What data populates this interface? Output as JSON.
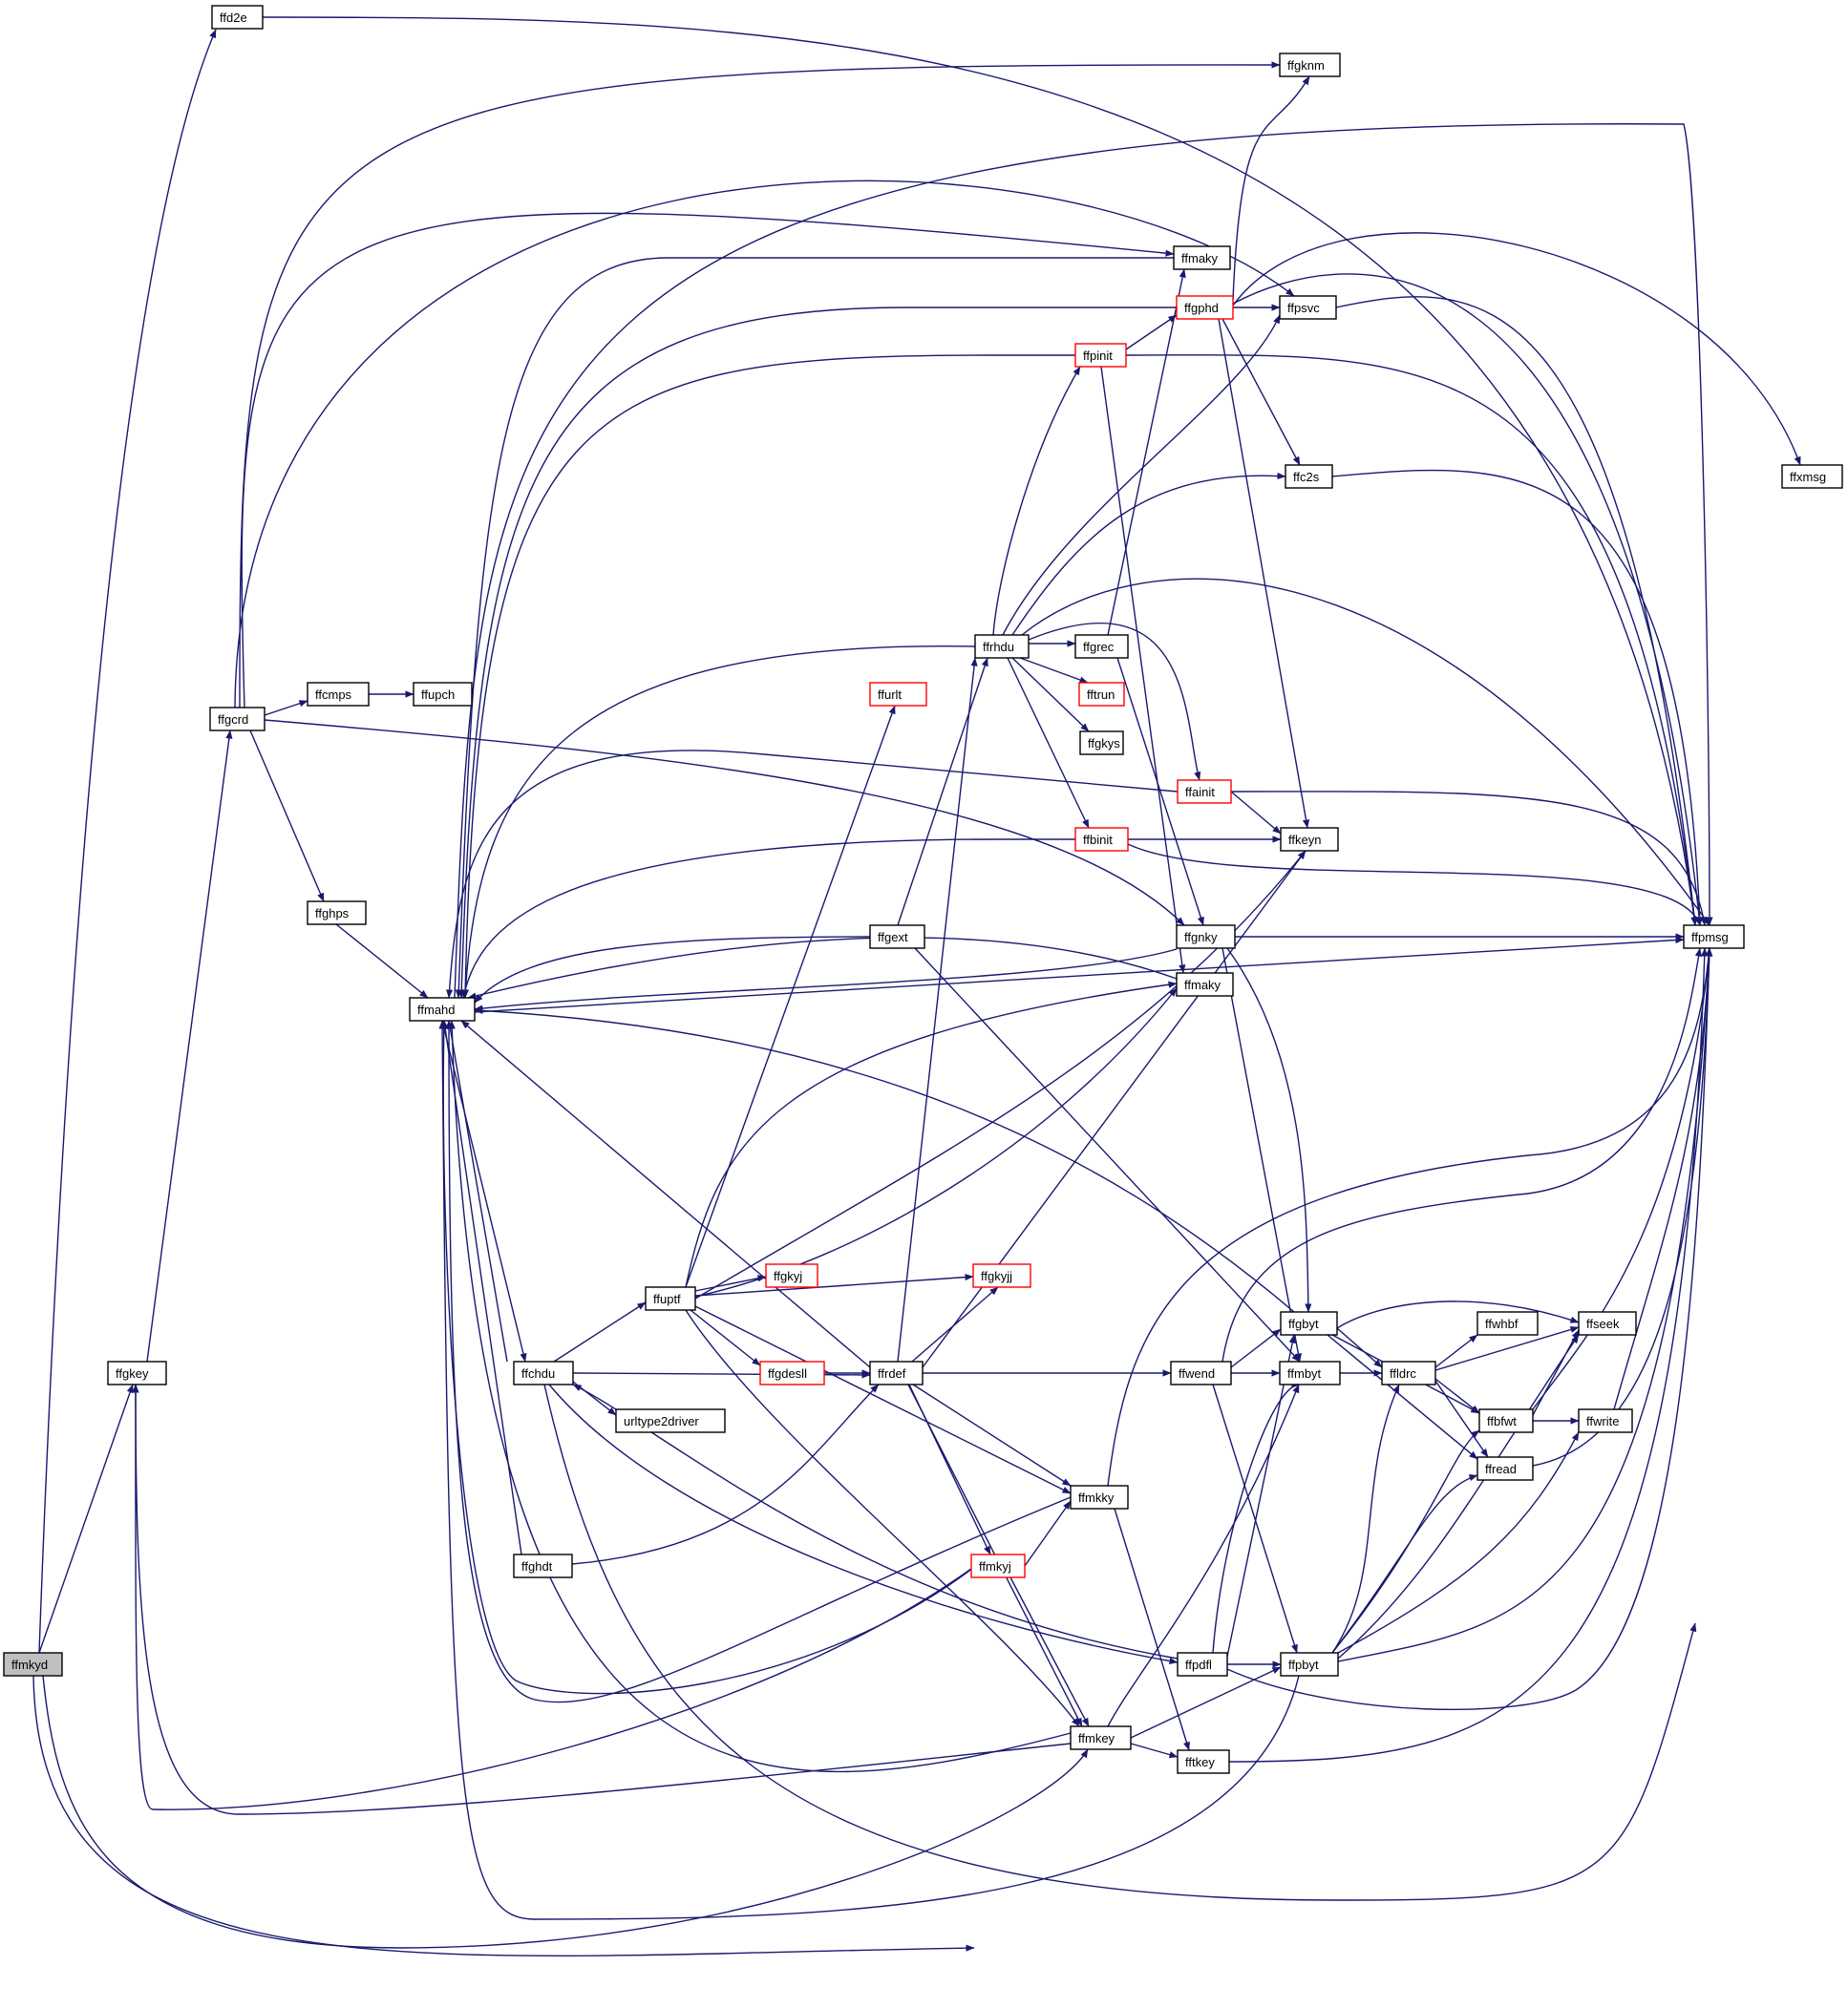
{
  "nodes": [
    {
      "id": "ffmkyd",
      "label": "ffmkyd",
      "style": "root"
    },
    {
      "id": "ffd2e",
      "label": "ffd2e",
      "style": "normal"
    },
    {
      "id": "ffgknm",
      "label": "ffgknm",
      "style": "normal"
    },
    {
      "id": "ffmaky1",
      "label": "ffmaky",
      "style": "normal"
    },
    {
      "id": "ffgphd",
      "label": "ffgphd",
      "style": "red"
    },
    {
      "id": "ffpsvc",
      "label": "ffpsvc",
      "style": "normal"
    },
    {
      "id": "ffpinit",
      "label": "ffpinit",
      "style": "red"
    },
    {
      "id": "ffc2s",
      "label": "ffc2s",
      "style": "normal"
    },
    {
      "id": "ffxmsg",
      "label": "ffxmsg",
      "style": "normal"
    },
    {
      "id": "ffrhdu",
      "label": "ffrhdu",
      "style": "normal"
    },
    {
      "id": "ffgrec",
      "label": "ffgrec",
      "style": "normal"
    },
    {
      "id": "fftrun",
      "label": "fftrun",
      "style": "red"
    },
    {
      "id": "ffurlt",
      "label": "ffurlt",
      "style": "normal"
    },
    {
      "id": "ffgkys",
      "label": "ffgkys",
      "style": "red"
    },
    {
      "id": "ffgcrd",
      "label": "ffgcrd",
      "style": "normal"
    },
    {
      "id": "ffcmps",
      "label": "ffcmps",
      "style": "normal"
    },
    {
      "id": "ffupch",
      "label": "ffupch",
      "style": "normal"
    },
    {
      "id": "ffainit",
      "label": "ffainit",
      "style": "red"
    },
    {
      "id": "ffbinit",
      "label": "ffbinit",
      "style": "red"
    },
    {
      "id": "ffkeyn",
      "label": "ffkeyn",
      "style": "normal"
    },
    {
      "id": "ffghps",
      "label": "ffghps",
      "style": "normal"
    },
    {
      "id": "ffgext",
      "label": "ffgext",
      "style": "normal"
    },
    {
      "id": "ffgnky",
      "label": "ffgnky",
      "style": "normal"
    },
    {
      "id": "ffpmsg",
      "label": "ffpmsg",
      "style": "normal"
    },
    {
      "id": "ffmaky2",
      "label": "ffmaky",
      "style": "normal"
    },
    {
      "id": "ffmahd",
      "label": "ffmahd",
      "style": "normal"
    },
    {
      "id": "ffgkyj",
      "label": "ffgkyj",
      "style": "red"
    },
    {
      "id": "ffgkyjj",
      "label": "ffgkyjj",
      "style": "red"
    },
    {
      "id": "ffuptf",
      "label": "ffuptf",
      "style": "normal"
    },
    {
      "id": "ffgbyt",
      "label": "ffgbyt",
      "style": "normal"
    },
    {
      "id": "ffseek",
      "label": "ffseek",
      "style": "normal"
    },
    {
      "id": "ffwhbf",
      "label": "ffwhbf",
      "style": "normal"
    },
    {
      "id": "ffgkey",
      "label": "ffgkey",
      "style": "normal"
    },
    {
      "id": "ffchdu",
      "label": "ffchdu",
      "style": "normal"
    },
    {
      "id": "ffgdesll",
      "label": "ffgdesll",
      "style": "red"
    },
    {
      "id": "ffrdef",
      "label": "ffrdef",
      "style": "normal"
    },
    {
      "id": "ffwend",
      "label": "ffwend",
      "style": "normal"
    },
    {
      "id": "ffmbyt",
      "label": "ffmbyt",
      "style": "normal"
    },
    {
      "id": "ffldrc",
      "label": "ffldrc",
      "style": "normal"
    },
    {
      "id": "urltype2driver",
      "label": "urltype2driver",
      "style": "normal"
    },
    {
      "id": "ffbfwt",
      "label": "ffbfwt",
      "style": "normal"
    },
    {
      "id": "ffwrite",
      "label": "ffwrite",
      "style": "normal"
    },
    {
      "id": "ffread",
      "label": "ffread",
      "style": "normal"
    },
    {
      "id": "ffmkky",
      "label": "ffmkky",
      "style": "normal"
    },
    {
      "id": "ffghdt",
      "label": "ffghdt",
      "style": "normal"
    },
    {
      "id": "ffmkyj",
      "label": "ffmkyj",
      "style": "red"
    },
    {
      "id": "ffpdfl",
      "label": "ffpdfl",
      "style": "normal"
    },
    {
      "id": "ffpbyt",
      "label": "ffpbyt",
      "style": "normal"
    },
    {
      "id": "ffmkey",
      "label": "ffmkey",
      "style": "normal"
    },
    {
      "id": "fftkey",
      "label": "fftkey",
      "style": "normal"
    }
  ]
}
